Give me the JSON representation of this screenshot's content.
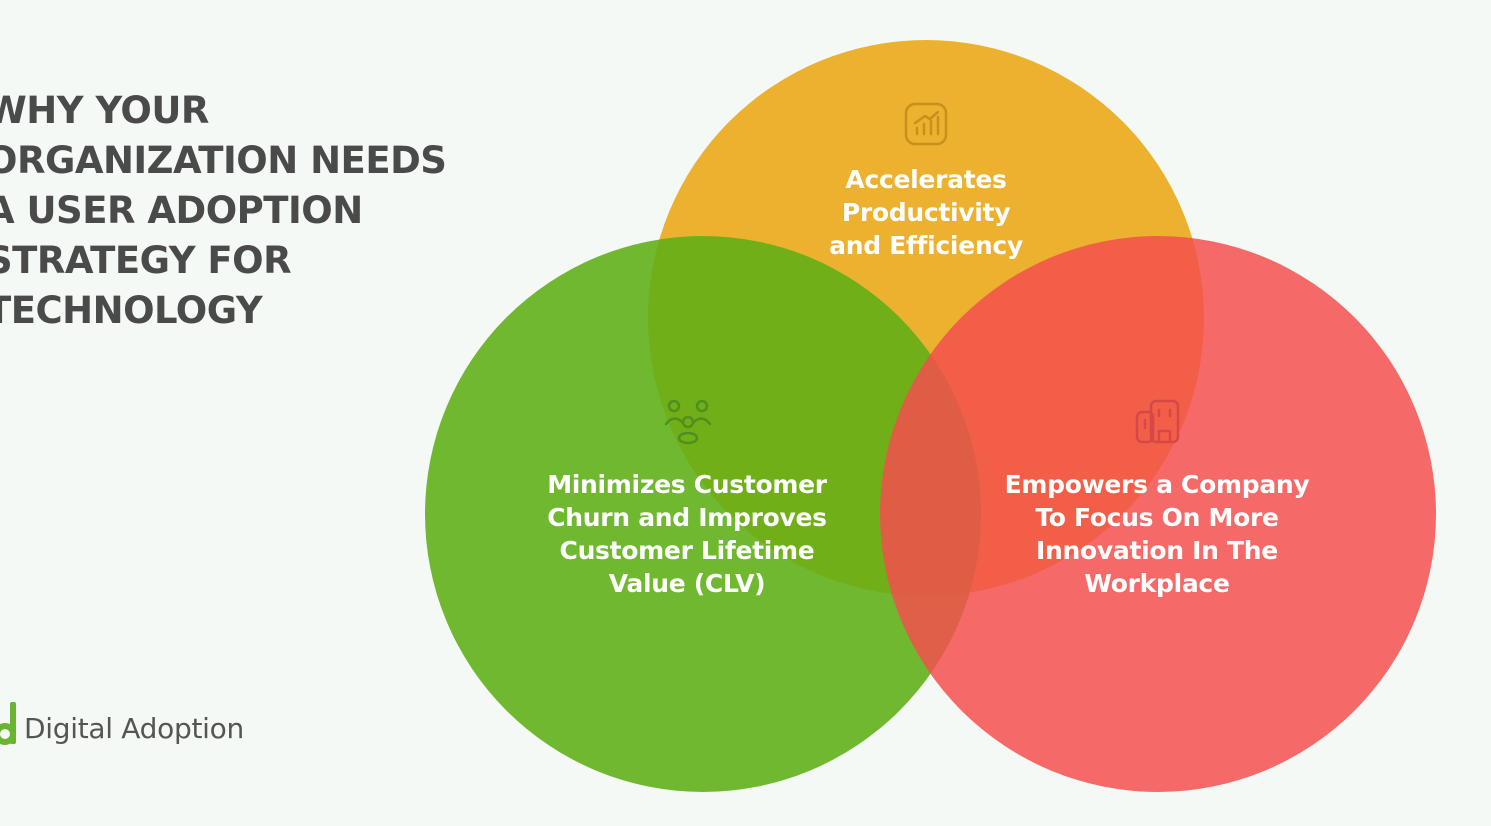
{
  "title": {
    "lines": [
      "WHY YOUR",
      "ORGANIZATION NEEDS",
      "A USER ADOPTION",
      "STRATEGY FOR",
      "TECHNOLOGY"
    ]
  },
  "circles": {
    "top": {
      "color": "#ecb12f",
      "icon": "growth-chart-icon",
      "lines": [
        "Accelerates",
        "Productivity",
        "and Efficiency"
      ]
    },
    "left": {
      "color": "#6bb431",
      "icon": "people-group-icon",
      "lines": [
        "Minimizes Customer",
        "Churn and Improves",
        "Customer Lifetime",
        "Value (CLV)"
      ]
    },
    "right": {
      "color": "#f66565",
      "icon": "office-building-icon",
      "lines": [
        "Empowers a Company",
        "To Focus On More",
        "Innovation In The",
        "Workplace"
      ]
    }
  },
  "logo": {
    "text": "Digital Adoption",
    "color": "#6bb431"
  }
}
